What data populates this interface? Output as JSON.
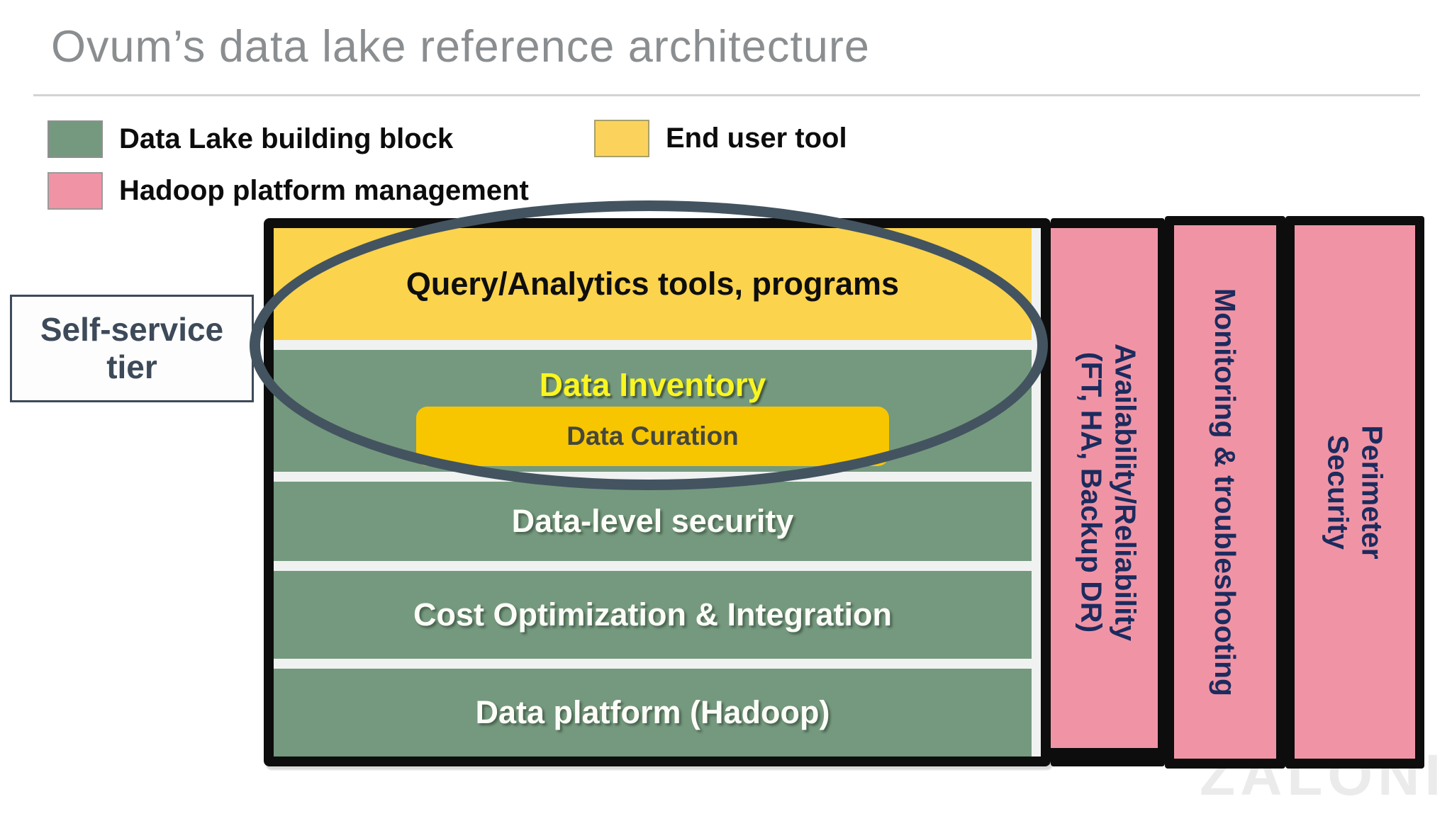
{
  "title": "Ovum’s data lake reference architecture",
  "legend": [
    {
      "label": "Data Lake building block",
      "color": "#75997E"
    },
    {
      "label": "End user tool",
      "color": "#FBD35C"
    },
    {
      "label": "Hadoop platform management",
      "color": "#F094A5"
    }
  ],
  "self_service": {
    "label": "Self-service\ntier"
  },
  "stack": {
    "query": "Query/Analytics tools, programs",
    "inventory": "Data Inventory",
    "curation": "Data Curation",
    "security": "Data-level security",
    "cost": "Cost Optimization & Integration",
    "platform": "Data platform (Hadoop)"
  },
  "pillars": [
    {
      "label": "Availability/Reliability\n(FT, HA, Backup DR)"
    },
    {
      "label": "Monitoring & troubleshooting"
    },
    {
      "label": "Perimeter\nSecurity"
    }
  ],
  "watermark": {
    "text": "ZALONI"
  },
  "colors": {
    "end_user_tool_yellow": "#FBD34D",
    "curation_gold": "#F7C600",
    "building_block_green": "#75997E",
    "hadoop_pink": "#F094A5",
    "pillar_text_navy": "#1C2B5E",
    "ellipse_slate": "#435460",
    "title_gray": "#8B8E90",
    "inventory_text_yellow": "#FAF520"
  }
}
